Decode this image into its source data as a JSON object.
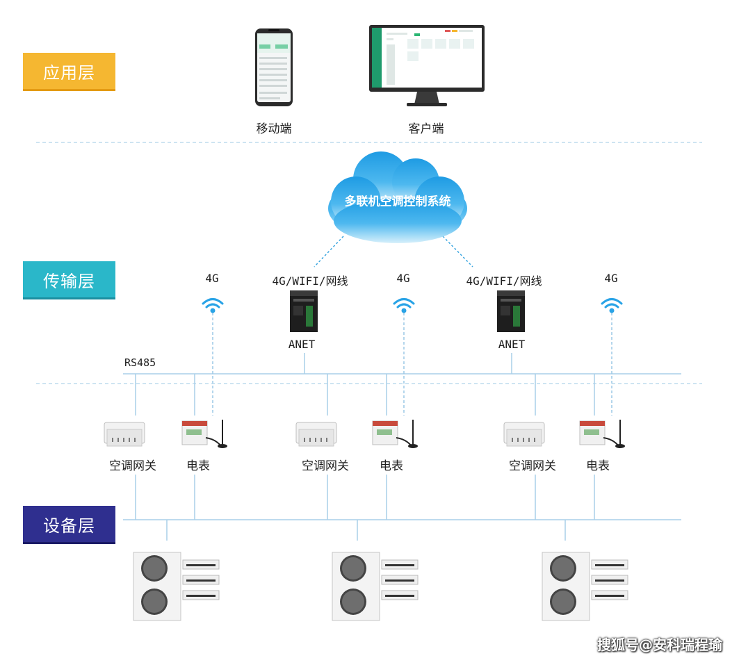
{
  "layers": {
    "app": {
      "label": "应用层",
      "color": "#f5b731"
    },
    "transport": {
      "label": "传输层",
      "color": "#2ab7c9"
    },
    "device": {
      "label": "设备层",
      "color": "#2f2f8f"
    }
  },
  "clients": {
    "mobile": "移动端",
    "desktop": "客户端"
  },
  "cloud": {
    "label": "多联机空调控制系统"
  },
  "links": {
    "g4": "4G",
    "mixed": "4G/WIFI/网线"
  },
  "gateway": {
    "label": "ANET"
  },
  "bus": {
    "label": "RS485"
  },
  "field": {
    "ac_gateway": "空调网关",
    "meter": "电表"
  },
  "watermark": "搜狐号@安科瑞程瑜",
  "colors": {
    "line": "#a8cfe8",
    "dash": "#9cc8e6",
    "cloud": "#3aa6e0"
  }
}
